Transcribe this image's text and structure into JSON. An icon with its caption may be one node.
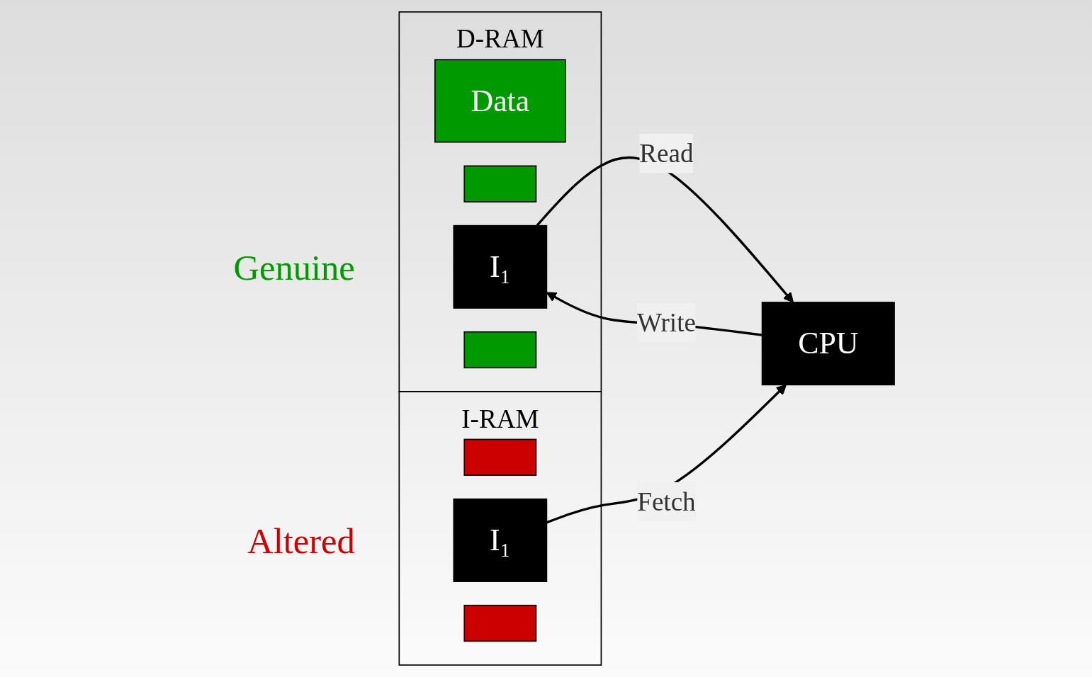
{
  "diagram": {
    "nodes": [
      {
        "text": [
          "D-RAM"
        ]
      },
      {
        "text": [
          "Data"
        ],
        "in": 0
      },
      {
        "text": [],
        "shape": "bar",
        "in": 0
      },
      {
        "text": [
          "I₁"
        ],
        "in": 0,
        "beside": [
          "Genuine"
        ]
      },
      {
        "text": [],
        "shape": "bar",
        "in": 0
      },
      {
        "text": [
          "CPU"
        ]
      },
      {
        "text": [
          "I-RAM"
        ]
      },
      {
        "text": [],
        "shape": "bar",
        "in": 6
      },
      {
        "text": [
          "I₁"
        ],
        "in": 6,
        "beside": [
          "Altered"
        ]
      },
      {
        "text": [],
        "shape": "bar",
        "in": 6
      }
    ],
    "edges": [
      {
        "from": 5,
        "to": 3,
        "arrow": "to",
        "label": "Write"
      },
      {
        "from": 3,
        "to": 5,
        "arrow": "to",
        "label": "Read"
      },
      {
        "from": 8,
        "to": 5,
        "arrow": "to",
        "label": "Fetch"
      }
    ]
  }
}
